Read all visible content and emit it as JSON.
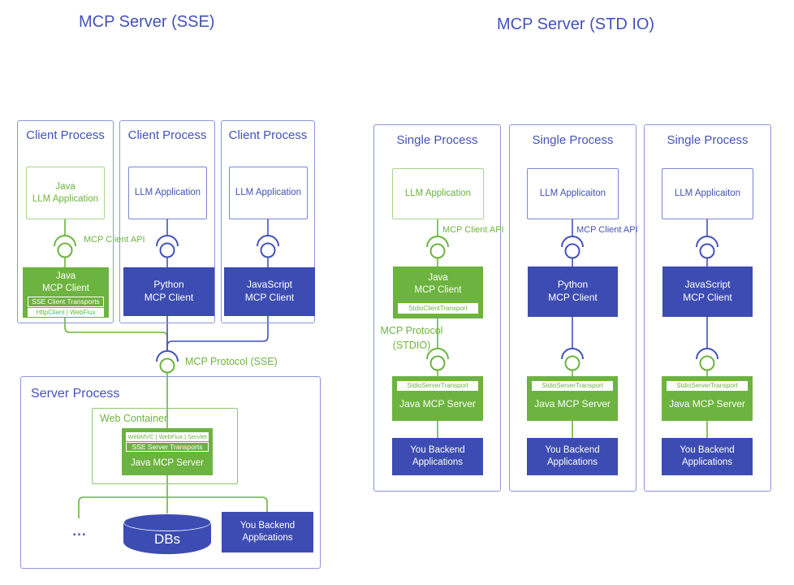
{
  "colors": {
    "green": "#6db33f",
    "indigo": "#3c4cb2",
    "blue_text": "#4352b9",
    "border_blue": "#8d96d8",
    "border_green_light": "#a8d58b"
  },
  "sse": {
    "title": "MCP Server (SSE)",
    "api_label": "MCP Client API",
    "protocol_label": "MCP Protocol (SSE)",
    "columns": [
      {
        "title": "Client Process",
        "app_line1": "Java",
        "app_line2": "LLM Application",
        "client_line1": "Java",
        "client_line2": "MCP Client",
        "transport_a": "SSE Client Transports",
        "transport_b": "HttpClient | WebFlux"
      },
      {
        "title": "Client Process",
        "app": "LLM Application",
        "client_line1": "Python",
        "client_line2": "MCP Client"
      },
      {
        "title": "Client Process",
        "app": "LLM Application",
        "client_line1": "JavaScript",
        "client_line2": "MCP Client"
      }
    ],
    "server": {
      "title": "Server Process",
      "container": "Web Container",
      "server_row1": "WebMVC | WebFlux | Servlet",
      "server_row2": "SSE Server Transports",
      "server_name": "Java MCP Server",
      "dots": "...",
      "db": "DBs",
      "backend": "You Backend Applications"
    }
  },
  "stdio": {
    "title": "MCP Server (STD IO)",
    "api_label": "MCP Client API",
    "protocol_line1": "MCP Protocol",
    "protocol_line2": "(STDIO)",
    "columns": [
      {
        "title": "Single Process",
        "app": "LLM Application",
        "client_line1": "Java",
        "client_line2": "MCP Client",
        "client_transport": "StdioClientTransport",
        "server_transport": "StdioServerTransport",
        "server_name": "Java MCP Server",
        "backend": "You Backend Applications"
      },
      {
        "title": "Single Process",
        "app": "LLM Applicaiton",
        "client_line1": "Python",
        "client_line2": "MCP Client",
        "server_transport": "StdioServerTransport",
        "server_name": "Java MCP Server",
        "backend": "You Backend Applications"
      },
      {
        "title": "Single Process",
        "app": "LLM Applicaiton",
        "client_line1": "JavaScript",
        "client_line2": "MCP Client",
        "server_transport": "StdioServerTransport",
        "server_name": "Java MCP Server",
        "backend": "You Backend Applications"
      }
    ]
  }
}
